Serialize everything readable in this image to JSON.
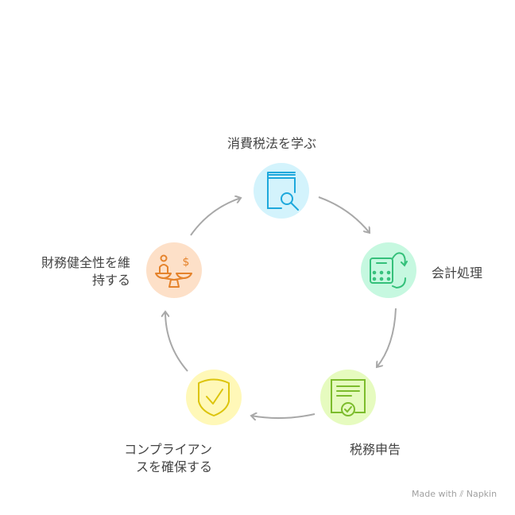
{
  "steps": [
    {
      "label": "消費税法を学ぶ",
      "icon": "book-search-icon",
      "bg": "#d3f3fc",
      "fg": "#1da8dc"
    },
    {
      "label": "会計処理",
      "icon": "calculator-cycle-icon",
      "bg": "#c6f8e0",
      "fg": "#34c07a"
    },
    {
      "label": "税務申告",
      "icon": "certificate-document-icon",
      "bg": "#e6fbbf",
      "fg": "#7cbc2c"
    },
    {
      "label_line1": "コンプライアン",
      "label_line2": "スを確保する",
      "icon": "shield-check-icon",
      "bg": "#fff8b8",
      "fg": "#dcc40c"
    },
    {
      "label_line1": "財務健全性を維",
      "label_line2": "持する",
      "icon": "balance-scale-icon",
      "bg": "#fde0c8",
      "fg": "#e5832c"
    }
  ],
  "arrow_color": "#a8a8a8",
  "watermark": {
    "prefix": "Made with",
    "brand": "Napkin"
  }
}
